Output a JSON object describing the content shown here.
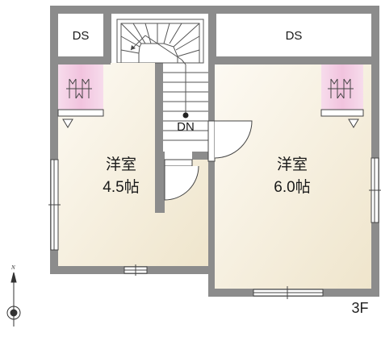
{
  "floor_label": "3F",
  "compass": {
    "north_label": "N"
  },
  "storage": {
    "left_label": "DS",
    "right_label": "DS"
  },
  "stairs": {
    "direction_label": "DN"
  },
  "rooms": [
    {
      "name": "洋室",
      "size": "4.5帖"
    },
    {
      "name": "洋室",
      "size": "6.0帖"
    }
  ],
  "colors": {
    "wall": "#8a8a8a",
    "floor_light": "#fbf7ee",
    "floor_dark": "#efe6cf",
    "closet_pink": "#f4cfe4",
    "line": "#444444"
  }
}
